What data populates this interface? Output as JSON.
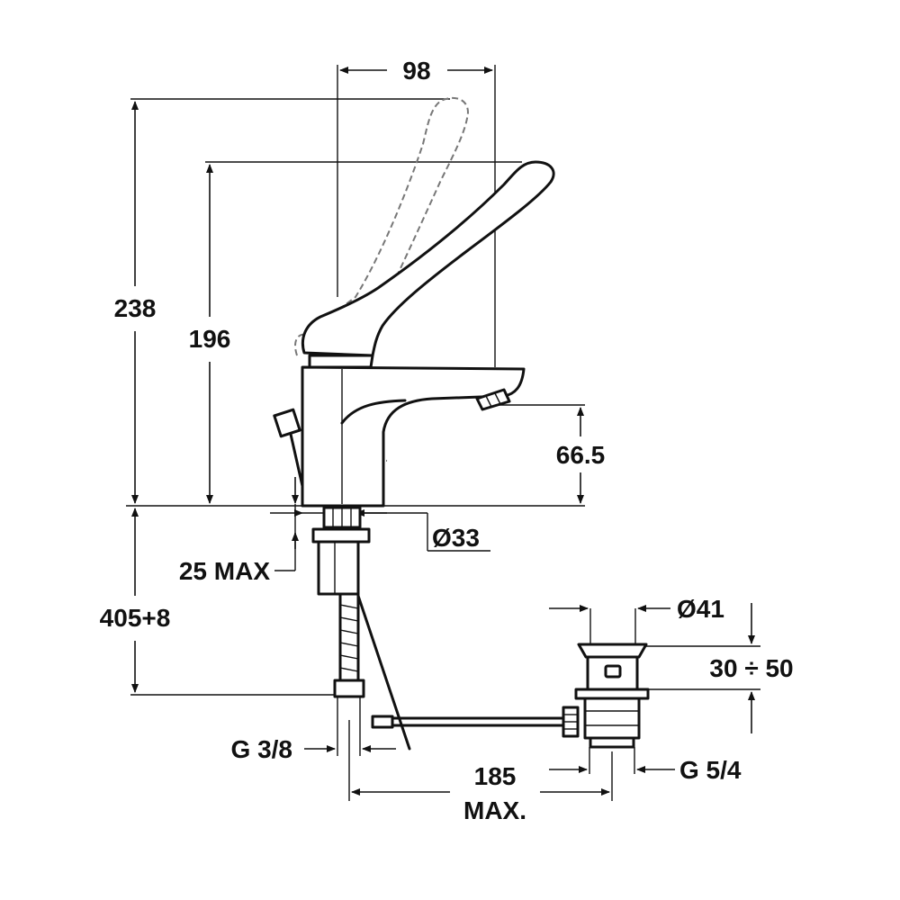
{
  "dimensions": {
    "width_98": "98",
    "height_238": "238",
    "height_196": "196",
    "spout_66_5": "66.5",
    "diameter_33": "Ø33",
    "deck_25max": "25 MAX",
    "hose_405": "405+8",
    "diameter_41": "Ø41",
    "waste_30_50": "30 ÷ 50",
    "thread_g38": "G 3/8",
    "reach_185": "185",
    "reach_max": "MAX.",
    "thread_g54": "G 5/4"
  },
  "colors": {
    "line": "#111111",
    "phantom": "#777777",
    "background": "#ffffff"
  }
}
